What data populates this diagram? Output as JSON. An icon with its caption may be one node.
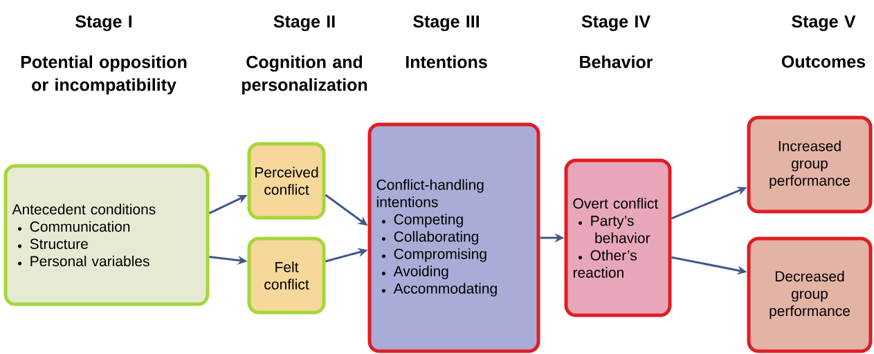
{
  "diagram": {
    "nodes": [
      {
        "text": [
          "Antecedent conditions",
          "Communication",
          "Structure",
          "Personal variables"
        ]
      },
      {
        "text": [
          "Perceived conflict"
        ]
      },
      {
        "text": [
          "Felt conflict"
        ]
      },
      {
        "text": [
          "Conflict-handling intentions",
          "Competing",
          "Collaborating",
          "Compromising",
          "Avoiding",
          "Accommodating"
        ]
      },
      {
        "text": [
          "Overt conflict",
          "Party’s behavior",
          "Other’s reaction"
        ]
      },
      {
        "text": [
          "Increased group performance"
        ]
      },
      {
        "text": [
          "Decreased group performance"
        ]
      }
    ],
    "edges": [
      {
        "from": 0,
        "to": 1,
        "arrow": "to"
      },
      {
        "from": 0,
        "to": 2,
        "arrow": "to"
      },
      {
        "from": 1,
        "to": 3,
        "arrow": "to"
      },
      {
        "from": 2,
        "to": 3,
        "arrow": "to"
      },
      {
        "from": 3,
        "to": 4,
        "arrow": "to"
      },
      {
        "from": 4,
        "to": 5,
        "arrow": "to"
      },
      {
        "from": 4,
        "to": 6,
        "arrow": "to"
      }
    ],
    "labels": [
      "Stage I",
      "Stage II",
      "Stage III",
      "Stage IV",
      "Stage V",
      "Potential opposition or incompatibility",
      "Cognition and personalization",
      "Intentions",
      "Behavior",
      "Outcomes"
    ]
  }
}
